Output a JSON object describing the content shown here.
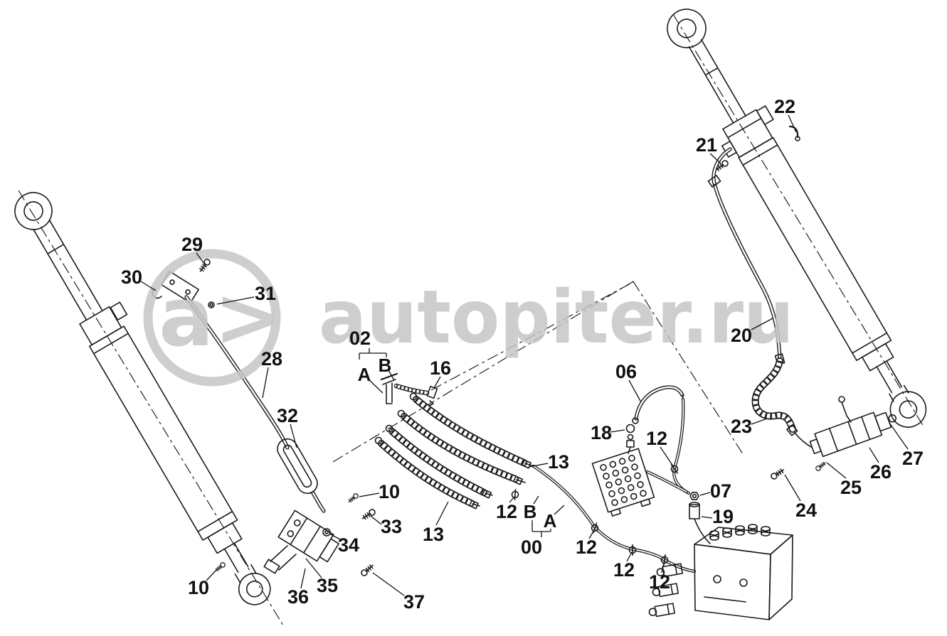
{
  "colors": {
    "background": "#ffffff",
    "line_art": "#1a1a1a",
    "watermark": "#c6c6c6",
    "labels": "#111111"
  },
  "watermark": {
    "logo": "a>",
    "site": "autopiter.ru"
  },
  "diagram": {
    "type": "parts-diagram",
    "callouts": [
      "22",
      "21",
      "29",
      "30",
      "31",
      "28",
      "02",
      "16",
      "06",
      "20",
      "18",
      "12",
      "23",
      "32",
      "13",
      "26",
      "27",
      "10",
      "12",
      "07",
      "25",
      "24",
      "33",
      "13",
      "19",
      "34",
      "00",
      "12",
      "35",
      "12",
      "12",
      "10",
      "36",
      "37"
    ],
    "markers": [
      "A",
      "B",
      "B",
      "A"
    ]
  }
}
